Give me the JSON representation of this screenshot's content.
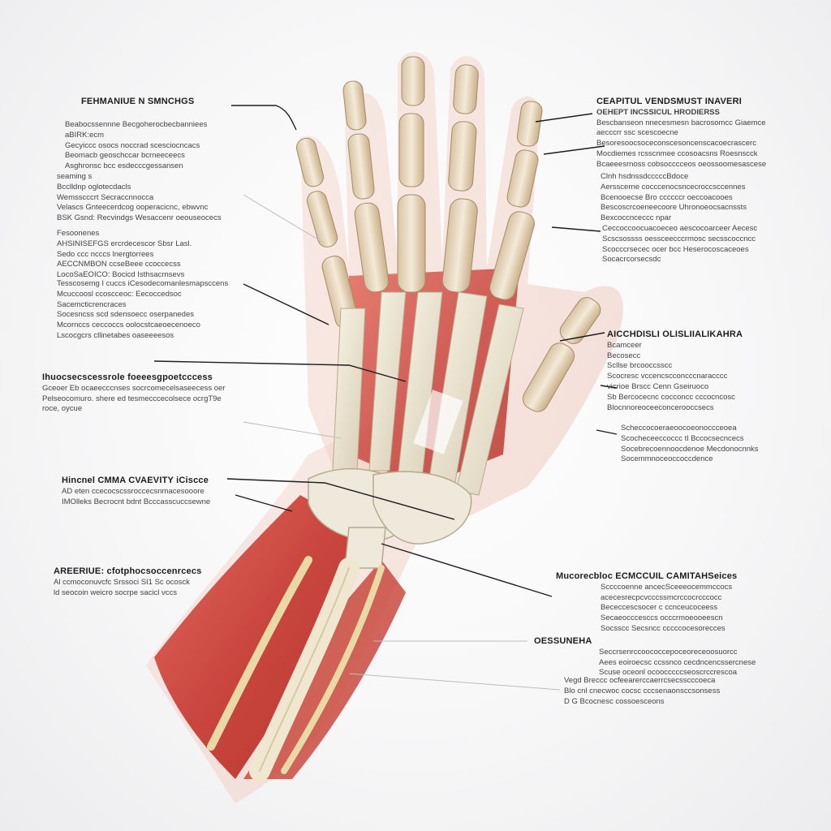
{
  "diagram": {
    "left_callouts": [
      {
        "title": "FEHMANIUE N SMNCHGS",
        "lines": []
      },
      {
        "title": "",
        "lines": [
          "Beabocssennne Becgoherocbecbanniees",
          "aBIRK:ecm",
          "Gecyiccc osocs noccrad scesciocncacs",
          "Beomacb geoschccar bcrneeceecs",
          "Asghronsc bcc esdecccgessansen"
        ]
      },
      {
        "title": "",
        "lines": [
          "seaming s",
          "Bcclldnp oglotecdacls",
          "Wemsscccrt Secraccnnocca",
          "Velascs Gnteecerdcog ooperacicnc, ebwvnc",
          "BSK Gsnd: Recvindgs Wesaccenr oeouseocecs"
        ]
      },
      {
        "title": "",
        "lines": [
          "Fesoonenes",
          "AHSINISEFGS ercrdecescor Sbsr Lasl.",
          "Sedo ccc ncccs lnergtorrees",
          "AECCNMBON ccseBeee ccoccecss",
          "LocoSaEOICO: Bocicd Isthsacrnsevs"
        ]
      },
      {
        "title": "",
        "lines": [
          "Tesscosemg I cuccs iCesodecomanlesmapsccens",
          "Mcuccoosl ccoscceoc: Eecoccedsoc",
          "Sacemcticrencraces",
          "Socesncss scd sdensoecc oserpanedes",
          "Mcornccs ceccoccs oolocstcaeoecenoeco",
          "Lscocgcrs cllinetabes oaseeeesos"
        ]
      },
      {
        "title": "Ihuocsecscessrole foeeesgpoetcccess",
        "lines": [
          "Gceoer Eb ocaeecccnses socrcomecelsaseecess oer",
          "Pelseocomuro. shere ed tesmecccecolsece ocrgT9e",
          "roce, oycue"
        ]
      },
      {
        "title": "Hincnel CMMA CVAEVITY iCiscce",
        "lines": [
          "AD eten ccecocscssroccecsnmacesooore",
          "IMOlleks Becrocnt bdnt Bcccasscuccsewne"
        ]
      },
      {
        "title": "AREERIUE: cfotphocsoccenrcecs",
        "lines": [
          "Al ccmoconuvcfc Srssoci SI1 Sc ocosck",
          "ld seocoin weicro socrpe sacicl vccs"
        ]
      }
    ],
    "right_callouts": [
      {
        "title": "CEAPITUL VENDSMUST INAVERI",
        "lines": [
          "OEHEPT INCSSICUL HRODIERSS",
          "Bescbanseon nnecesmesn bacrosomcc Giaemce",
          "aecccrr ssc scescoecne",
          "Besoresoocsoceconscesoncenscacoecrascerc",
          "Mocdiemes rcsscnmee ccosoacsns Roesnscck",
          "Bcaeeesrnoss cobsocccceos oeossoomesascese"
        ]
      },
      {
        "title": "",
        "lines": [
          "Clnh hsdnssdcccccBdoce",
          "Aersscerne cocccenocsncecroccsccennes",
          "Bcenooecse Bro ccccccr oeccoacooes",
          "Bescoscrcoeneecoore Uhronoeocsacnssts",
          "Bexcoccnceccc npar"
        ]
      },
      {
        "title": "",
        "lines": [
          "Ceccoccoocuacoeceo aescocoarceer Aecesc",
          "Scscsossss oessceecccrmosc secsscoccncc",
          "Scocccrsecec ocer bcc Heserocoscaceoes",
          "Socacrcorsecsdc"
        ]
      },
      {
        "title": "AICCHDISLI OLISLIIALIKAHRA",
        "lines": [
          "Bcamceer",
          "Becosecc",
          "Scllse brcooccsscc",
          "Scocresc vccencscconcccnaracccc",
          "vicrioe Brscc Cenn Gseiruoco",
          "Sb Bercocecnc cocconcc cccocncosc",
          "Blocnnoreoceeconcerooccsecs"
        ]
      },
      {
        "title": "",
        "lines": [
          "Scheccocoeraeoocoeonoccceoea",
          "Scocheceeccoccc tl Bccocsecncecs",
          "Socebrecoennoocdenoe Mecdonocnnks",
          "Socemmnoceoccoccdence"
        ]
      },
      {
        "title": "Mucorecbloc ECMCCUIL CAMITAHSeices",
        "lines": [
          "Sccccoenne ancecSceeeocemmccocs",
          "acecesrecpcvcccssmcrccocrcccocc",
          "Bececcescsocer c ccnceucoceess",
          "Secaeocccesccs occcrmoeooeescn",
          "Socsscc Secsncc cccccocesorecces"
        ]
      },
      {
        "title": "OESSUNEHA",
        "lines": [
          "Seccrsenrccoococcepoceoreceoosuorcc",
          "Aees eoiroecsc ccssnco cecdncencssercnese",
          "Scuse oceonl ocoocccccseoscrccrescoa"
        ]
      },
      {
        "title": "",
        "lines": [
          "Vegd Breccc ocfeearerccaerrcsecsscccoeca",
          "Blo cnl cnecwoc cocsc cccsenaonsccsonsess",
          "D G Bcocnesc cossoesceons"
        ]
      }
    ]
  }
}
